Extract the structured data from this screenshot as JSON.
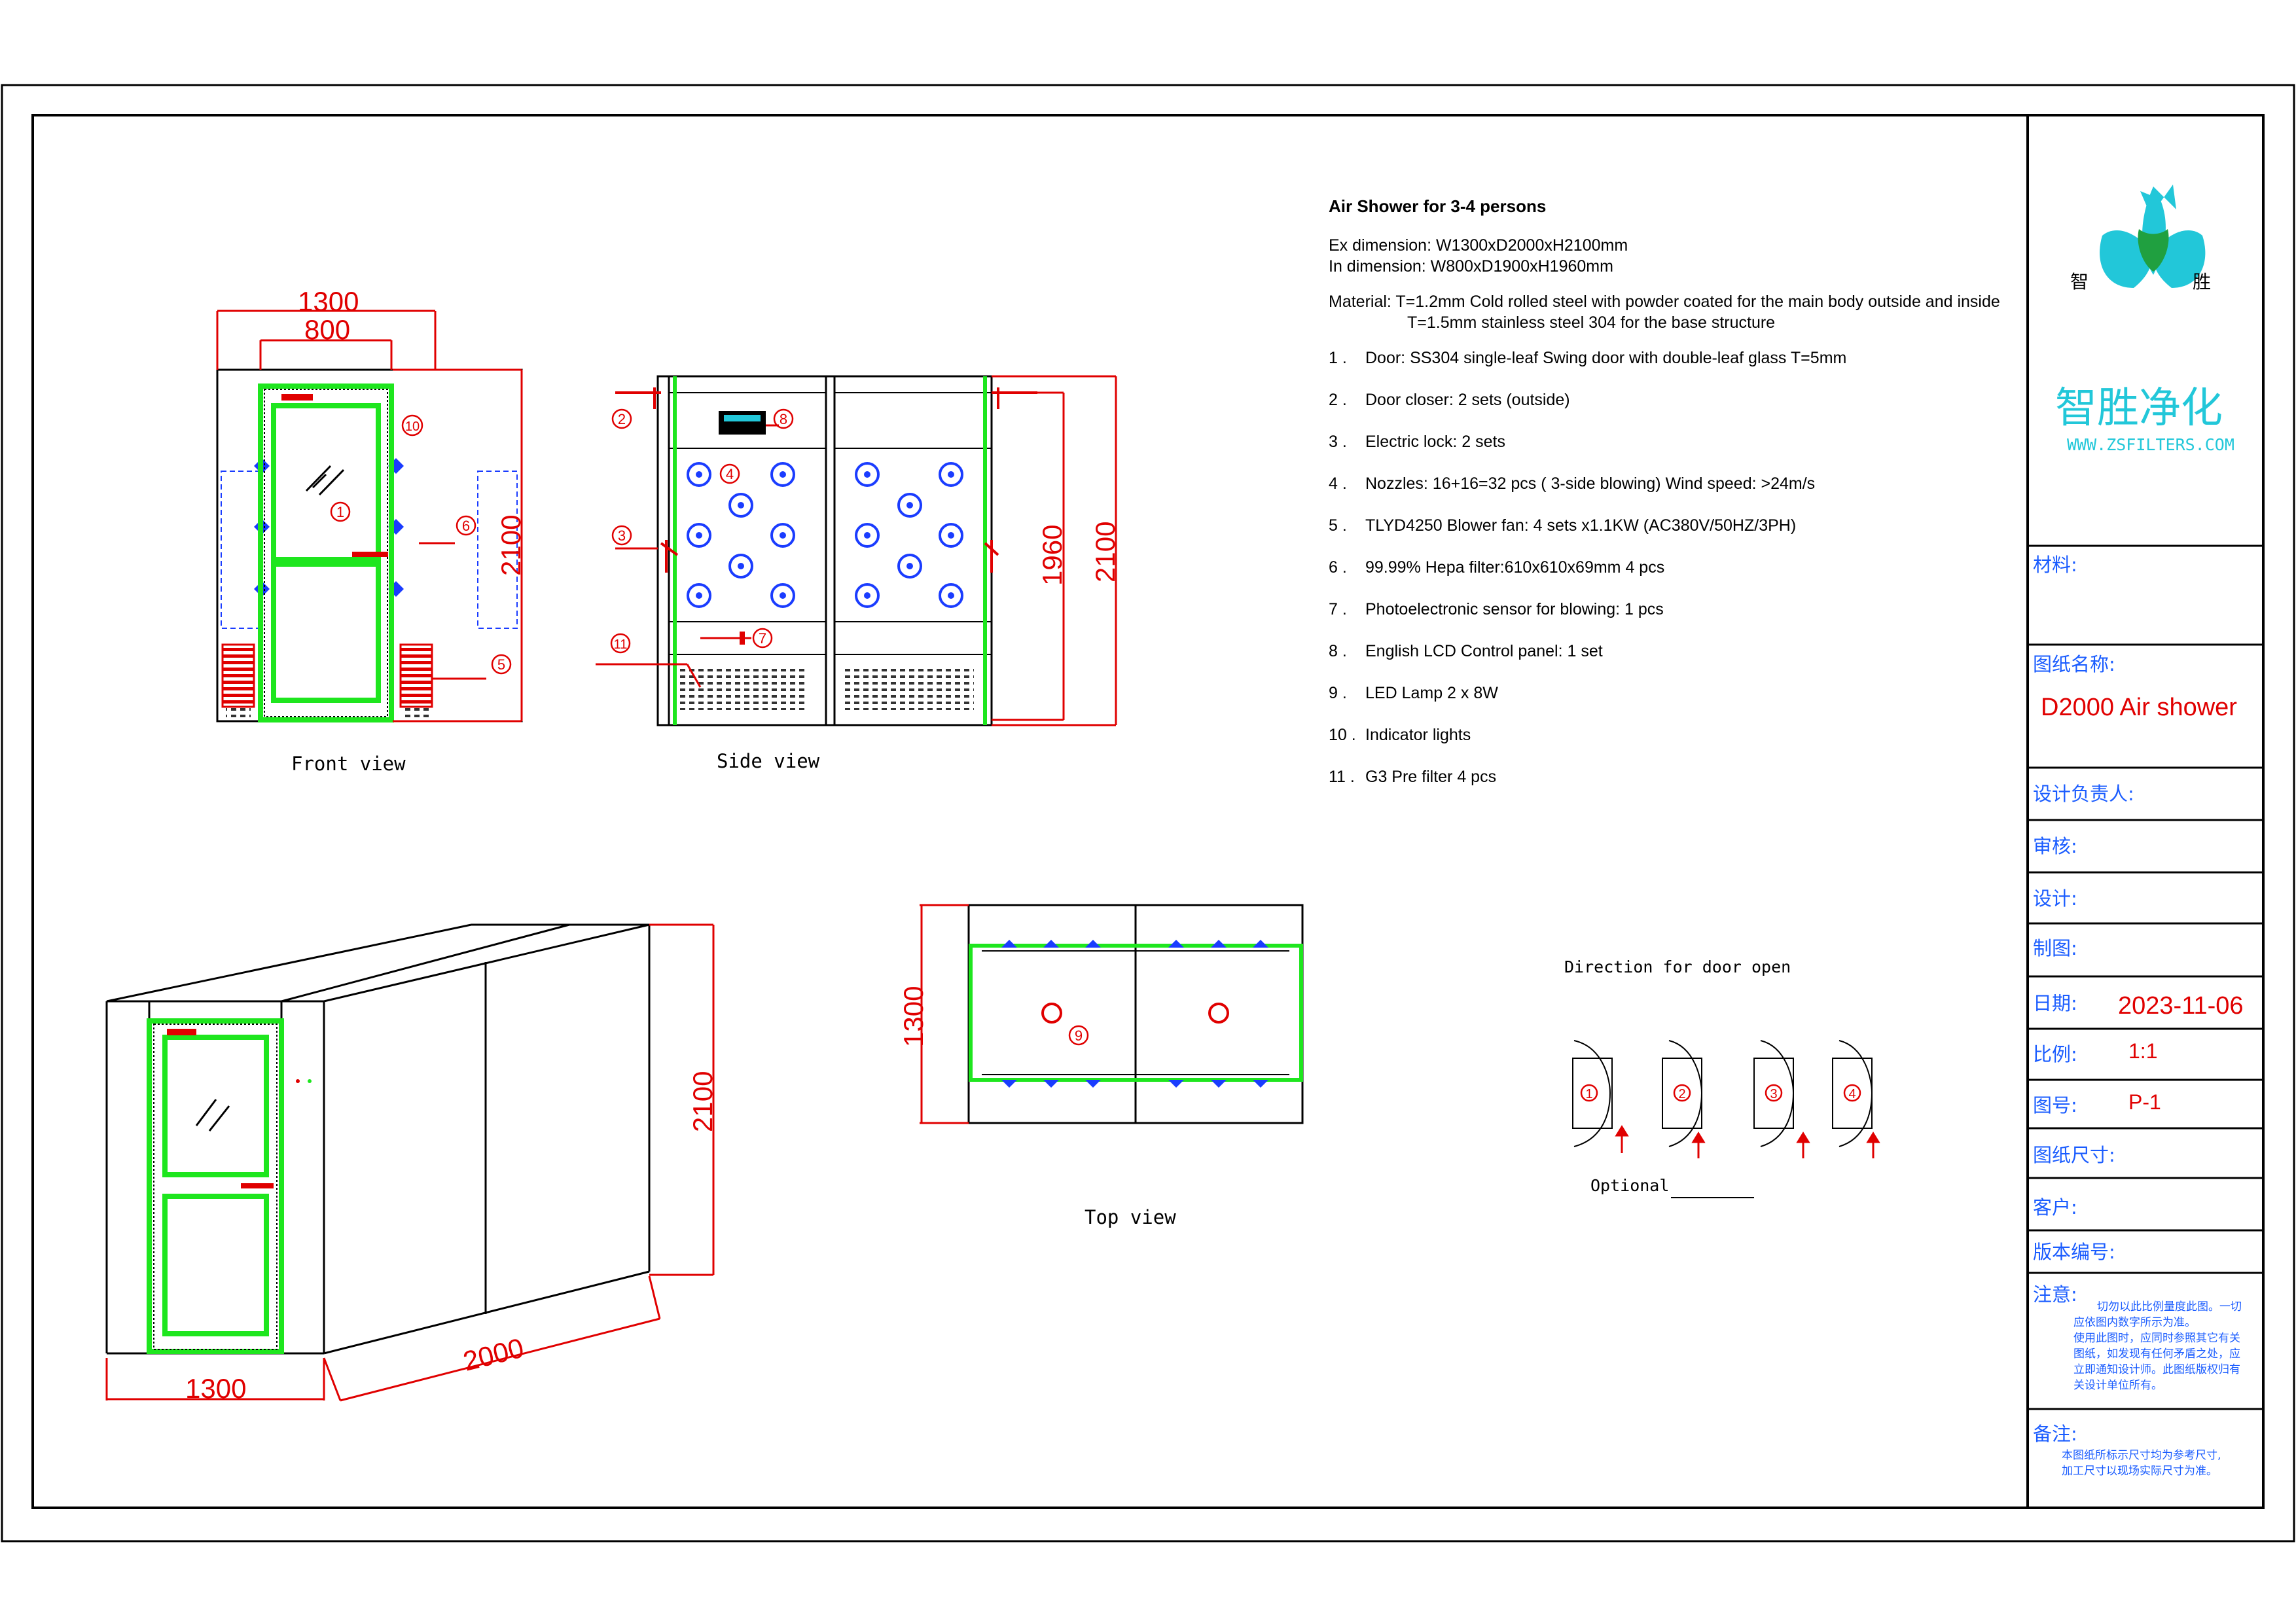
{
  "specs": {
    "title": "Air Shower  for  3-4 persons",
    "ex_dimension": "Ex dimension: W1300xD2000xH2100mm",
    "in_dimension": "In dimension: W800xD1900xH1960mm",
    "material_1": "Material:  T=1.2mm Cold rolled steel with powder coated for the main body outside and inside",
    "material_2": "T=1.5mm stainless steel 304 for the base structure",
    "items": [
      {
        "num": "1  .",
        "text": "Door: SS304 single-leaf Swing door with double-leaf glass T=5mm"
      },
      {
        "num": "2   .",
        "text": "Door closer: 2 sets (outside)"
      },
      {
        "num": "3   .",
        "text": "Electric lock: 2 sets"
      },
      {
        "num": "4   .",
        "text": "Nozzles: 16+16=32 pcs ( 3-side blowing) Wind speed: >24m/s"
      },
      {
        "num": "5   .",
        "text": "TLYD4250 Blower fan:  4 sets x1.1KW  (AC380V/50HZ/3PH)"
      },
      {
        "num": "6   .",
        "text": "99.99% Hepa filter:610x610x69mm 4 pcs"
      },
      {
        "num": "7   .",
        "text": "Photoelectronic sensor for blowing: 1 pcs"
      },
      {
        "num": "8   .",
        "text": "English LCD Control  panel: 1 set"
      },
      {
        "num": "9   .",
        "text": "LED Lamp  2 x 8W"
      },
      {
        "num": "10  .",
        "text": "Indicator lights"
      },
      {
        "num": "11  .",
        "text": "G3 Pre filter  4 pcs"
      }
    ]
  },
  "views": {
    "front": "Front view",
    "side": "Side  view",
    "top": "Top  view",
    "door_direction": "Direction  for  door  open",
    "optional": "Optional"
  },
  "dimensions": {
    "front_width": "1300",
    "front_inner": "800",
    "front_height": "2100",
    "side_inner_height": "1960",
    "side_height": "2100",
    "top_depth": "1300",
    "iso_height": "2100",
    "iso_depth": "2000",
    "iso_width": "1300"
  },
  "callouts": [
    "1",
    "2",
    "3",
    "4",
    "5",
    "6",
    "7",
    "8",
    "9",
    "10",
    "11"
  ],
  "title_block": {
    "logo_chars_left": "智",
    "logo_chars_right": "胜",
    "company": "智胜净化",
    "website": "WWW.ZSFILTERS.COM",
    "material_label": "材料:",
    "drawing_name_label": "图纸名称:",
    "drawing_name": "D2000 Air shower",
    "designer_in_charge_label": "设计负责人:",
    "review_label": "审核:",
    "design_label": "设计:",
    "drafting_label": "制图:",
    "date_label": "日期:",
    "date": "2023-11-06",
    "scale_label": "比例:",
    "scale": "1:1",
    "drawing_no_label": "图号:",
    "drawing_no": "P-1",
    "sheet_size_label": "图纸尺寸:",
    "customer_label": "客户:",
    "version_label": "版本编号:",
    "attention_label": "注意:",
    "attention_lines": [
      "切勿以此比例量度此图。一切",
      "应依图内数字所示为准。",
      "使用此图时，应同时参照其它有关",
      "图纸，如发现有任何矛盾之处，应",
      "立即通知设计师。此图纸版权归有",
      "关设计单位所有。"
    ],
    "remark_label": "备注:",
    "remark_lines": [
      "本图纸所标示尺寸均为参考尺寸,",
      "加工尺寸以现场实际尺寸为准。"
    ]
  },
  "colors": {
    "frame": "#000000",
    "dimension": "#e00000",
    "door": "#1ee61e",
    "nozzle": "#1a3cff",
    "title_text": "#1a5cff",
    "logo_teal": "#22c7d9"
  }
}
